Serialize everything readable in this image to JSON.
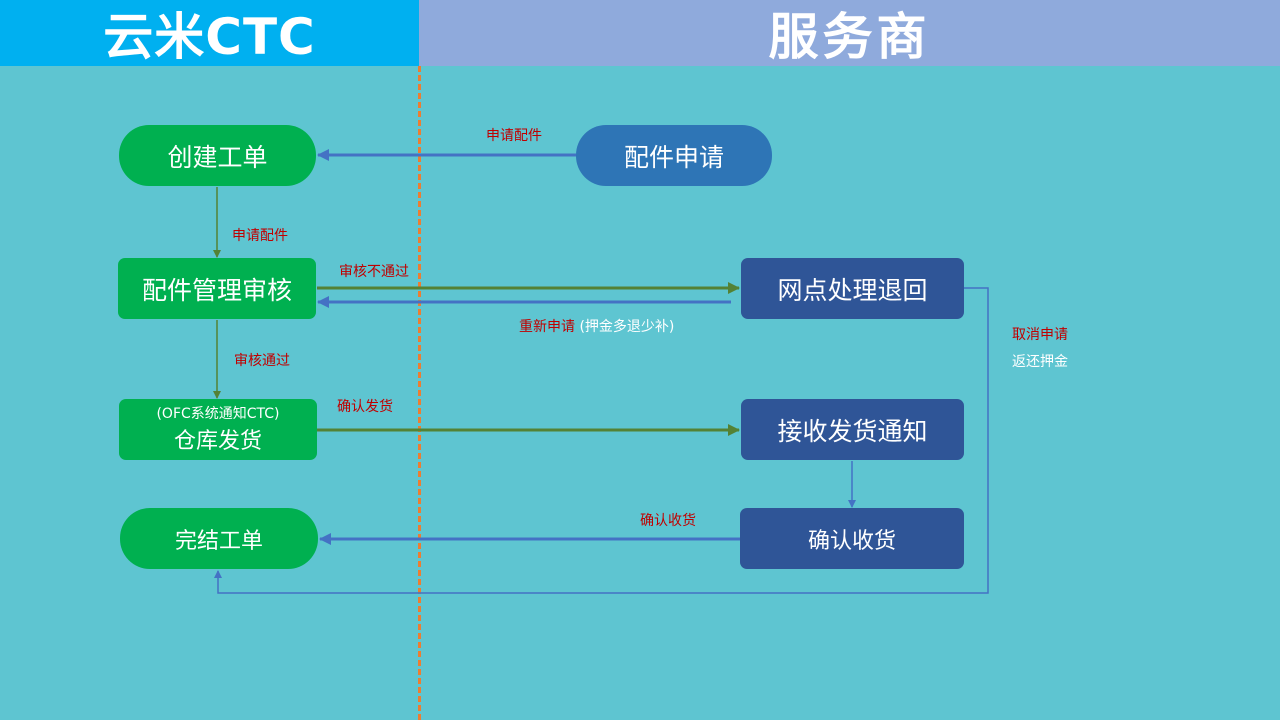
{
  "header": {
    "left_title": "云米CTC",
    "right_title": "服务商"
  },
  "nodes": {
    "create_order": "创建工单",
    "parts_apply": "配件申请",
    "parts_review": "配件管理审核",
    "outlet_return": "网点处理退回",
    "warehouse_note": "(OFC系统通知CTC)",
    "warehouse_ship": "仓库发货",
    "receive_notice": "接收发货通知",
    "finish_order": "完结工单",
    "confirm_receipt": "确认收货"
  },
  "labels": {
    "apply_parts_top": "申请配件",
    "apply_parts_down": "申请配件",
    "review_fail": "审核不通过",
    "reapply_red": "重新申请",
    "reapply_note": " (押金多退少补)",
    "review_pass": "审核通过",
    "confirm_ship": "确认发货",
    "confirm_receipt_label": "确认收货",
    "cancel_apply": "取消申请",
    "return_deposit": "返还押金"
  },
  "colors": {
    "background": "#5ec5d1",
    "header_left": "#00b0f0",
    "header_right": "#8faadc",
    "ctc_node": "#00b050",
    "apply_node": "#2e75b6",
    "provider_node": "#2f5597",
    "green_arrow": "#548235",
    "blue_arrow": "#4472c4",
    "label_red": "#c00000",
    "divider": "#ed7d31"
  }
}
